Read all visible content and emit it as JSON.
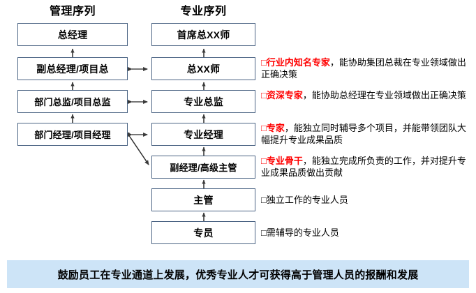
{
  "columns": {
    "management": {
      "title": "管理序列"
    },
    "professional": {
      "title": "专业序列"
    }
  },
  "management_nodes": [
    {
      "label": "总经理"
    },
    {
      "label": "副总经理/项目总"
    },
    {
      "label": "部门总监/项目总监"
    },
    {
      "label": "部门经理/项目经理"
    }
  ],
  "professional_nodes": [
    {
      "label": "首席总XX师"
    },
    {
      "label": "总XX师"
    },
    {
      "label": "专业总监"
    },
    {
      "label": "专业经理"
    },
    {
      "label": "副经理/高级主管"
    },
    {
      "label": "主管"
    },
    {
      "label": "专员"
    }
  ],
  "descriptions": [
    {
      "bullet": "□",
      "bullet_color": "#ff0000",
      "highlight": "行业内知名专家",
      "rest": "，能协助集团总裁在专业领域做出正确决策"
    },
    {
      "bullet": "□",
      "bullet_color": "#ff0000",
      "highlight": "资深专家",
      "rest": "，能协助总经理在专业领域做出正确决策"
    },
    {
      "bullet": "□",
      "bullet_color": "#ff0000",
      "highlight": "专家",
      "rest": "，能独立同时辅导多个项目，并能带领团队大幅提升专业成果品质"
    },
    {
      "bullet": "□",
      "bullet_color": "#ff0000",
      "highlight": "专业骨干",
      "rest": "，能独立完成所负责的工作，并对提升专业成果品质做出贡献"
    },
    {
      "bullet": "□",
      "bullet_color": "#000000",
      "highlight": "",
      "rest": "独立工作的专业人员"
    },
    {
      "bullet": "□",
      "bullet_color": "#000000",
      "highlight": "",
      "rest": "需辅导的专业人员"
    }
  ],
  "banner": {
    "text": "鼓励员工在专业通道上发展，优秀专业人才可获得高于管理人员的报酬和发展",
    "background": "#cde4f7"
  },
  "colors": {
    "box_border": "#4a6383",
    "arrow": "#3a3a3a",
    "accent_red": "#ff0000",
    "banner_bg": "#cde4f7"
  }
}
